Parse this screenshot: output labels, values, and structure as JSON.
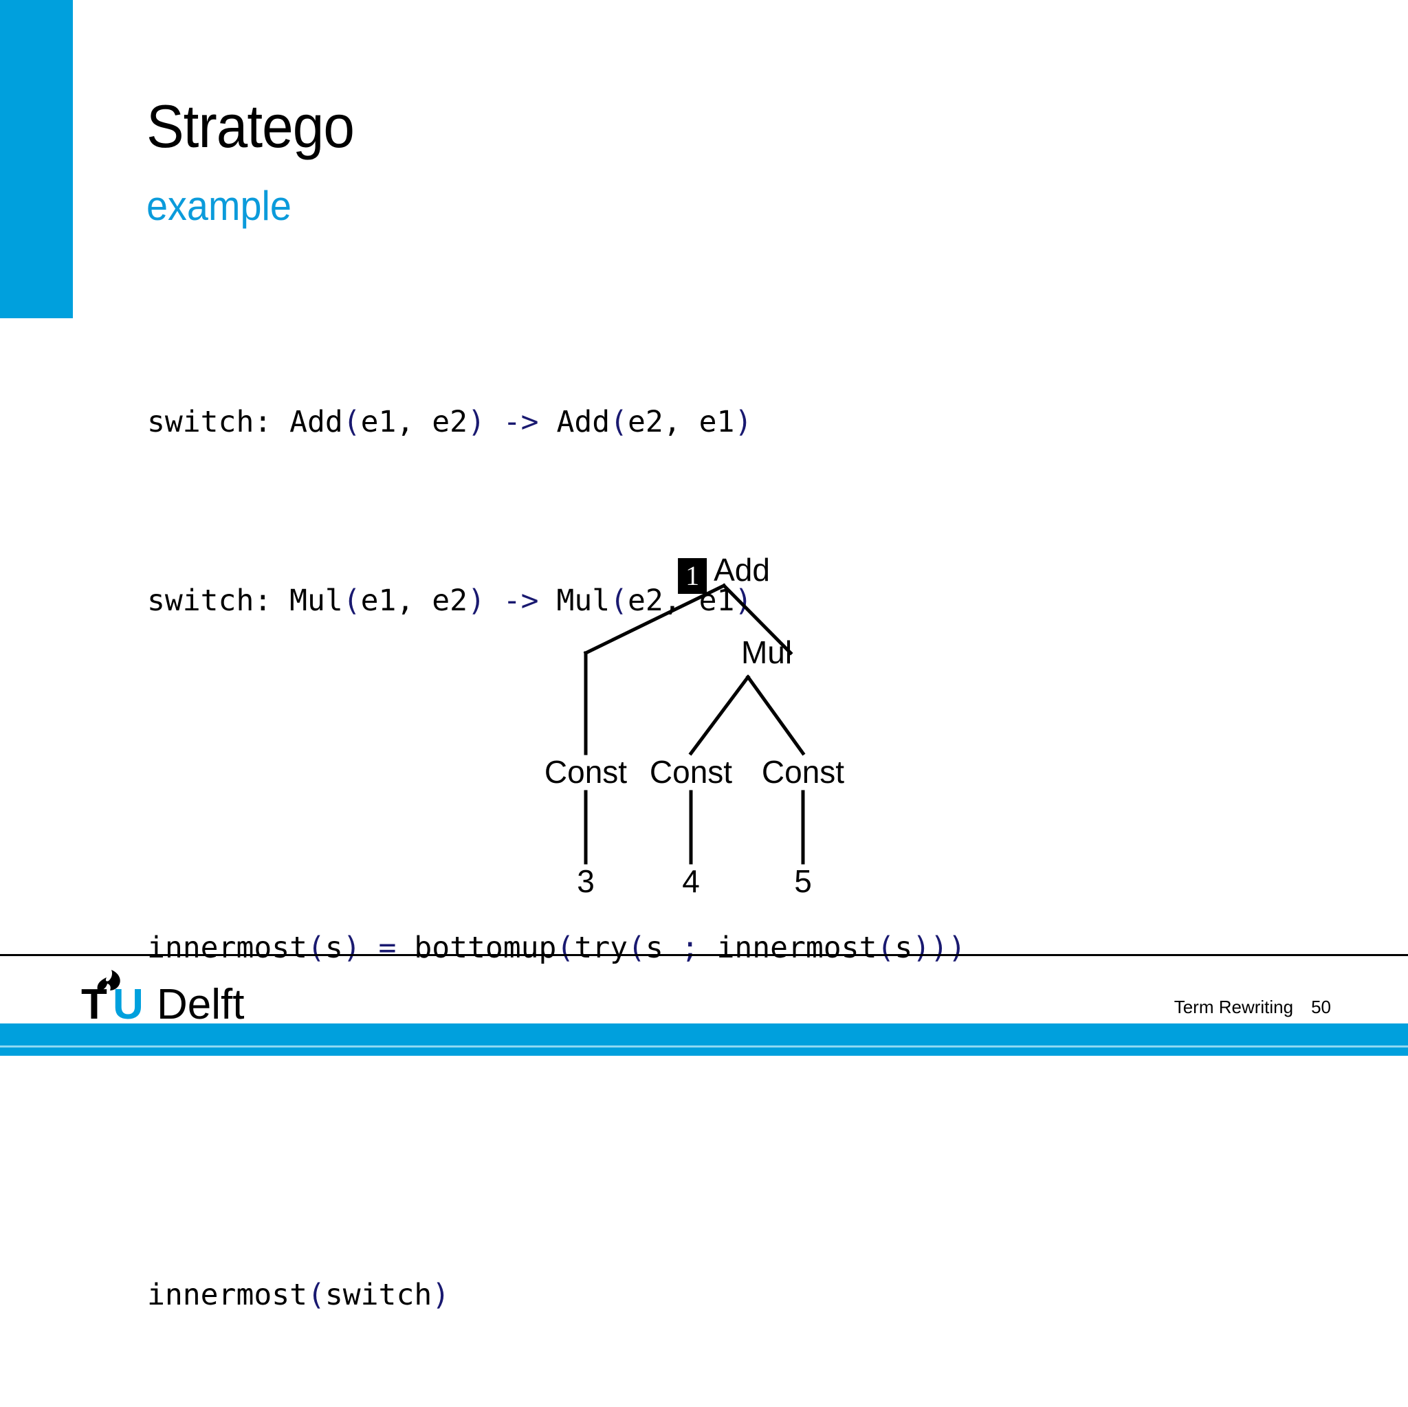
{
  "slide": {
    "title": "Stratego",
    "subtitle": "example",
    "accent_color": "#00a0dd",
    "title_color": "#000000",
    "subtitle_color": "#0b9bdb",
    "punctuation_color": "#191970"
  },
  "code": {
    "line1": {
      "a": "switch: Add",
      "p1": "(",
      "b": "e1, e2",
      "p2": ")",
      "p3": " -> ",
      "c": "Add",
      "p4": "(",
      "d": "e2, e1",
      "p5": ")"
    },
    "line2": {
      "a": "switch: Mul",
      "p1": "(",
      "b": "e1, e2",
      "p2": ")",
      "p3": " -> ",
      "c": "Mul",
      "p4": "(",
      "d": "e2, e1",
      "p5": ")"
    },
    "line3": {
      "a": "innermost",
      "p1": "(",
      "b": "s",
      "p2": ")",
      "p3": " = ",
      "c": "bottomup",
      "p4": "(",
      "d": "try",
      "p5": "(",
      "e": "s ",
      "p6": ";",
      "f": " innermost",
      "p7": "(",
      "g": "s",
      "p8": ")))"
    },
    "line4": {
      "a": "innermost",
      "p1": "(",
      "b": "switch",
      "p2": ")"
    },
    "plain": [
      "switch: Add(e1, e2) -> Add(e2, e1)",
      "switch: Mul(e1, e2) -> Mul(e2, e1)",
      "innermost(s) = bottomup(try(s ; innermost(s)))",
      "innermost(switch)"
    ]
  },
  "tree": {
    "root_badge": "1",
    "root_label": "Add",
    "mul_label": "Mul",
    "const_label_1": "Const",
    "const_label_2": "Const",
    "const_label_3": "Const",
    "leaf_1": "3",
    "leaf_2": "4",
    "leaf_3": "5"
  },
  "footer": {
    "logo_t": "T",
    "logo_u": "U",
    "logo_delft": "Delft",
    "topic": "Term Rewriting",
    "page_number": "50"
  }
}
